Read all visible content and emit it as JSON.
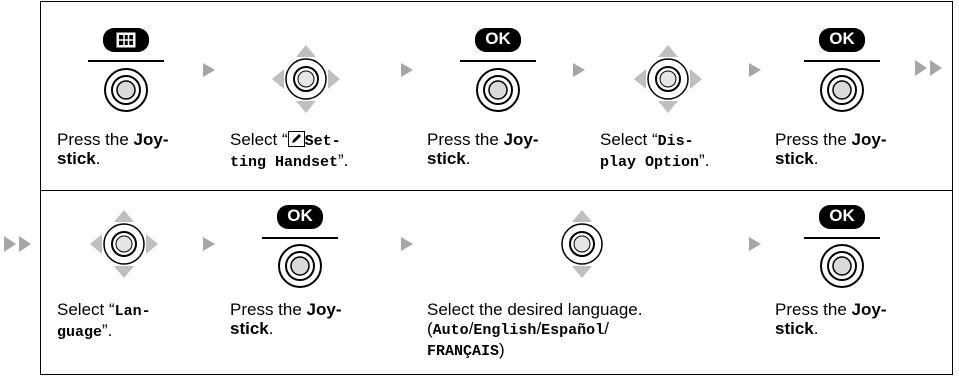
{
  "row1": [
    {
      "type": "joystick-press",
      "button": "menu",
      "text_pre": "Press the ",
      "text_bold": "Joy-\nstick",
      "text_post": "."
    },
    {
      "type": "select",
      "pre": "Select “",
      "icon": "pencil",
      "mono": "Set-\nting Handset",
      "post": "”."
    },
    {
      "type": "joystick-press",
      "button": "OK",
      "text_pre": "Press the ",
      "text_bold": "Joy-\nstick",
      "text_post": "."
    },
    {
      "type": "select",
      "pre": "Select “",
      "mono": "Dis-\nplay Option",
      "post": "”."
    },
    {
      "type": "joystick-press",
      "button": "OK",
      "text_pre": "Press the ",
      "text_bold": "Joy-\nstick",
      "text_post": "."
    }
  ],
  "row2": [
    {
      "type": "select",
      "pre": "Select “",
      "mono": "Lan-\nguage",
      "post": "”."
    },
    {
      "type": "joystick-press",
      "button": "OK",
      "text_pre": "Press the ",
      "text_bold": "Joy-\nstick",
      "text_post": "."
    },
    {
      "type": "select-language",
      "line1": "Select the desired language.",
      "open": "(",
      "opts": [
        "Auto",
        "English",
        "Español",
        "FRANÇAIS"
      ],
      "close": ")"
    },
    {
      "type": "joystick-press",
      "button": "OK",
      "text_pre": "Press the ",
      "text_bold": "Joy-\nstick",
      "text_post": "."
    }
  ],
  "ok_label": "OK",
  "colors": {
    "arrow": "#a6a6a6",
    "pill": "#000000"
  }
}
